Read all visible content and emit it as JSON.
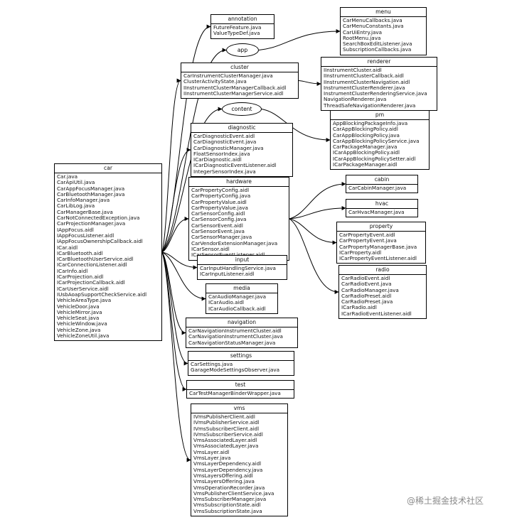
{
  "root": {
    "label": "car",
    "files": [
      "Car.java",
      "CarApiUtil.java",
      "CarAppFocusManager.java",
      "CarBluetoothManager.java",
      "CarInfoManager.java",
      "CarLibLog.java",
      "CarManagerBase.java",
      "CarNotConnectedException.java",
      "CarProjectionManager.java",
      "IAppFocus.aidl",
      "IAppFocusListener.aidl",
      "IAppFocusOwnershipCallback.aidl",
      "ICar.aidl",
      "ICarBluetooth.aidl",
      "ICarBluetoothUserService.aidl",
      "ICarConnectionListener.aidl",
      "ICarInfo.aidl",
      "ICarProjection.aidl",
      "ICarProjectionCallback.aidl",
      "ICarUserService.aidl",
      "IUsbAoapSupportCheckService.aidl",
      "VehicleAreaType.java",
      "VehicleDoor.java",
      "VehicleMirror.java",
      "VehicleSeat.java",
      "VehicleWindow.java",
      "VehicleZone.java",
      "VehicleZoneUtil.java"
    ]
  },
  "level1": [
    {
      "id": "annotation",
      "label": "annotation",
      "files": [
        "FutureFeature.java",
        "ValueTypeDef.java"
      ]
    },
    {
      "id": "app",
      "label": "app",
      "ellipse": true
    },
    {
      "id": "cluster",
      "label": "cluster",
      "files": [
        "CarInstrumentClusterManager.java",
        "ClusterActivityState.java",
        "IInstrumentClusterManagerCallback.aidl",
        "IInstrumentClusterManagerService.aidl"
      ]
    },
    {
      "id": "content",
      "label": "content",
      "ellipse": true
    },
    {
      "id": "diagnostic",
      "label": "diagnostic",
      "files": [
        "CarDiagnosticEvent.aidl",
        "CarDiagnosticEvent.java",
        "CarDiagnosticManager.java",
        "FloatSensorIndex.java",
        "ICarDiagnostic.aidl",
        "ICarDiagnosticEventListener.aidl",
        "IntegerSensorIndex.java"
      ]
    },
    {
      "id": "hardware",
      "label": "hardware",
      "files": [
        "CarPropertyConfig.aidl",
        "CarPropertyConfig.java",
        "CarPropertyValue.aidl",
        "CarPropertyValue.java",
        "CarSensorConfig.aidl",
        "CarSensorConfig.java",
        "CarSensorEvent.aidl",
        "CarSensorEvent.java",
        "CarSensorManager.java",
        "CarVendorExtensionManager.java",
        "ICarSensor.aidl",
        "ICarSensorEventListener.aidl"
      ]
    },
    {
      "id": "input",
      "label": "input",
      "files": [
        "CarInputHandlingService.java",
        "ICarInputListener.aidl"
      ]
    },
    {
      "id": "media",
      "label": "media",
      "files": [
        "CarAudioManager.java",
        "ICarAudio.aidl",
        "ICarAudioCallback.aidl"
      ]
    },
    {
      "id": "navigation",
      "label": "navigation",
      "files": [
        "CarNavigationInstrumentCluster.aidl",
        "CarNavigationInstrumentCluster.java",
        "CarNavigationStatusManager.java"
      ]
    },
    {
      "id": "settings",
      "label": "settings",
      "files": [
        "CarSettings.java",
        "GarageModeSettingsObserver.java"
      ]
    },
    {
      "id": "test",
      "label": "test",
      "files": [
        "CarTestManagerBinderWrapper.java"
      ]
    },
    {
      "id": "vms",
      "label": "vms",
      "files": [
        "IVmsPublisherClient.aidl",
        "IVmsPublisherService.aidl",
        "IVmsSubscriberClient.aidl",
        "IVmsSubscriberService.aidl",
        "VmsAssociatedLayer.aidl",
        "VmsAssociatedLayer.java",
        "VmsLayer.aidl",
        "VmsLayer.java",
        "VmsLayerDependency.aidl",
        "VmsLayerDependency.java",
        "VmsLayersOffering.aidl",
        "VmsLayersOffering.java",
        "VmsOperationRecorder.java",
        "VmsPublisherClientService.java",
        "VmsSubscriberManager.java",
        "VmsSubscriptionState.aidl",
        "VmsSubscriptionState.java"
      ]
    }
  ],
  "level2": [
    {
      "id": "menu",
      "label": "menu",
      "files": [
        "CarMenuCallbacks.java",
        "CarMenuConstants.java",
        "CarUiEntry.java",
        "RootMenu.java",
        "SearchBoxEditListener.java",
        "SubscriptionCallbacks.java"
      ]
    },
    {
      "id": "renderer",
      "label": "renderer",
      "files": [
        "IInstrumentCluster.aidl",
        "IInstrumentClusterCallback.aidl",
        "IInstrumentClusterNavigation.aidl",
        "InstrumentClusterRenderer.java",
        "InstrumentClusterRenderingService.java",
        "NavigationRenderer.java",
        "ThreadSafeNavigationRenderer.java"
      ]
    },
    {
      "id": "pm",
      "label": "pm",
      "files": [
        "AppBlockingPackageInfo.java",
        "CarAppBlockingPolicy.aidl",
        "CarAppBlockingPolicy.java",
        "CarAppBlockingPolicyService.java",
        "CarPackageManager.java",
        "ICarAppBlockingPolicy.aidl",
        "ICarAppBlockingPolicySetter.aidl",
        "ICarPackageManager.aidl"
      ]
    },
    {
      "id": "cabin",
      "label": "cabin",
      "files": [
        "CarCabinManager.java"
      ]
    },
    {
      "id": "hvac",
      "label": "hvac",
      "files": [
        "CarHvacManager.java"
      ]
    },
    {
      "id": "property",
      "label": "property",
      "files": [
        "CarPropertyEvent.aidl",
        "CarPropertyEvent.java",
        "CarPropertyManagerBase.java",
        "ICarProperty.aidl",
        "ICarPropertyEventListener.aidl"
      ]
    },
    {
      "id": "radio",
      "label": "radio",
      "files": [
        "CarRadioEvent.aidl",
        "CarRadioEvent.java",
        "CarRadioManager.java",
        "CarRadioPreset.aidl",
        "CarRadioPreset.java",
        "ICarRadio.aidl",
        "ICarRadioEventListener.aidl"
      ]
    }
  ],
  "edges": [
    [
      "car",
      "annotation"
    ],
    [
      "car",
      "app"
    ],
    [
      "car",
      "cluster"
    ],
    [
      "car",
      "content"
    ],
    [
      "car",
      "diagnostic"
    ],
    [
      "car",
      "hardware"
    ],
    [
      "car",
      "input"
    ],
    [
      "car",
      "media"
    ],
    [
      "car",
      "navigation"
    ],
    [
      "car",
      "settings"
    ],
    [
      "car",
      "test"
    ],
    [
      "car",
      "vms"
    ],
    [
      "app",
      "menu"
    ],
    [
      "cluster",
      "renderer"
    ],
    [
      "content",
      "pm"
    ],
    [
      "hardware",
      "cabin"
    ],
    [
      "hardware",
      "hvac"
    ],
    [
      "hardware",
      "property"
    ],
    [
      "hardware",
      "radio"
    ]
  ],
  "watermark": "@稀土掘金技术社区",
  "colors": {
    "line": "#000000",
    "text": "#111111",
    "background": "#ffffff",
    "watermark": "#8a8a8a"
  }
}
